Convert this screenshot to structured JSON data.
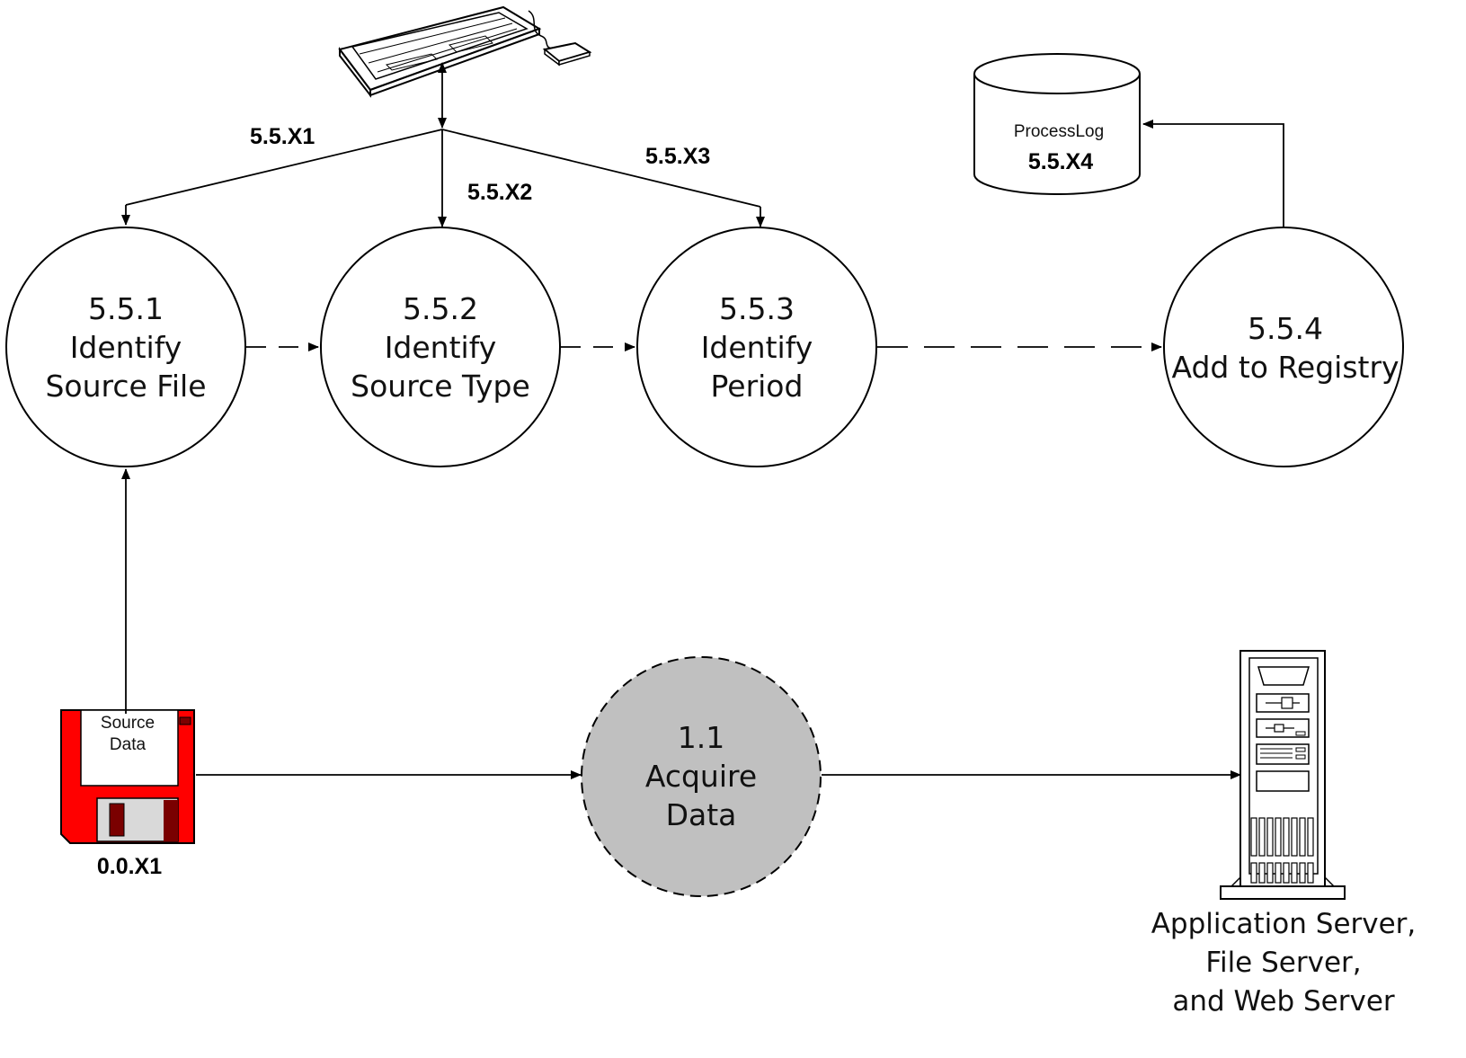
{
  "processes": {
    "p551": {
      "id": "5.5.1",
      "line1": "Identify",
      "line2": "Source File"
    },
    "p552": {
      "id": "5.5.2",
      "line1": "Identify",
      "line2": "Source Type"
    },
    "p553": {
      "id": "5.5.3",
      "line1": "Identify",
      "line2": "Period"
    },
    "p554": {
      "id": "5.5.4",
      "line1": "Add to Registry"
    },
    "p11": {
      "id": "1.1",
      "line1": "Acquire",
      "line2": "Data"
    }
  },
  "flows": {
    "x1": "5.5.X1",
    "x2": "5.5.X2",
    "x3": "5.5.X3"
  },
  "datastore": {
    "name": "ProcessLog",
    "id": "5.5.X4"
  },
  "external": {
    "floppy_label_line1": "Source",
    "floppy_label_line2": "Data",
    "floppy_id": "0.0.X1",
    "server_caption_line1": "Application Server,",
    "server_caption_line2": "File Server,",
    "server_caption_line3": "and Web Server"
  },
  "colors": {
    "floppy_red": "#ff0000",
    "floppy_dark": "#7a0000",
    "process_1_1_fill": "#c0c0c0"
  }
}
